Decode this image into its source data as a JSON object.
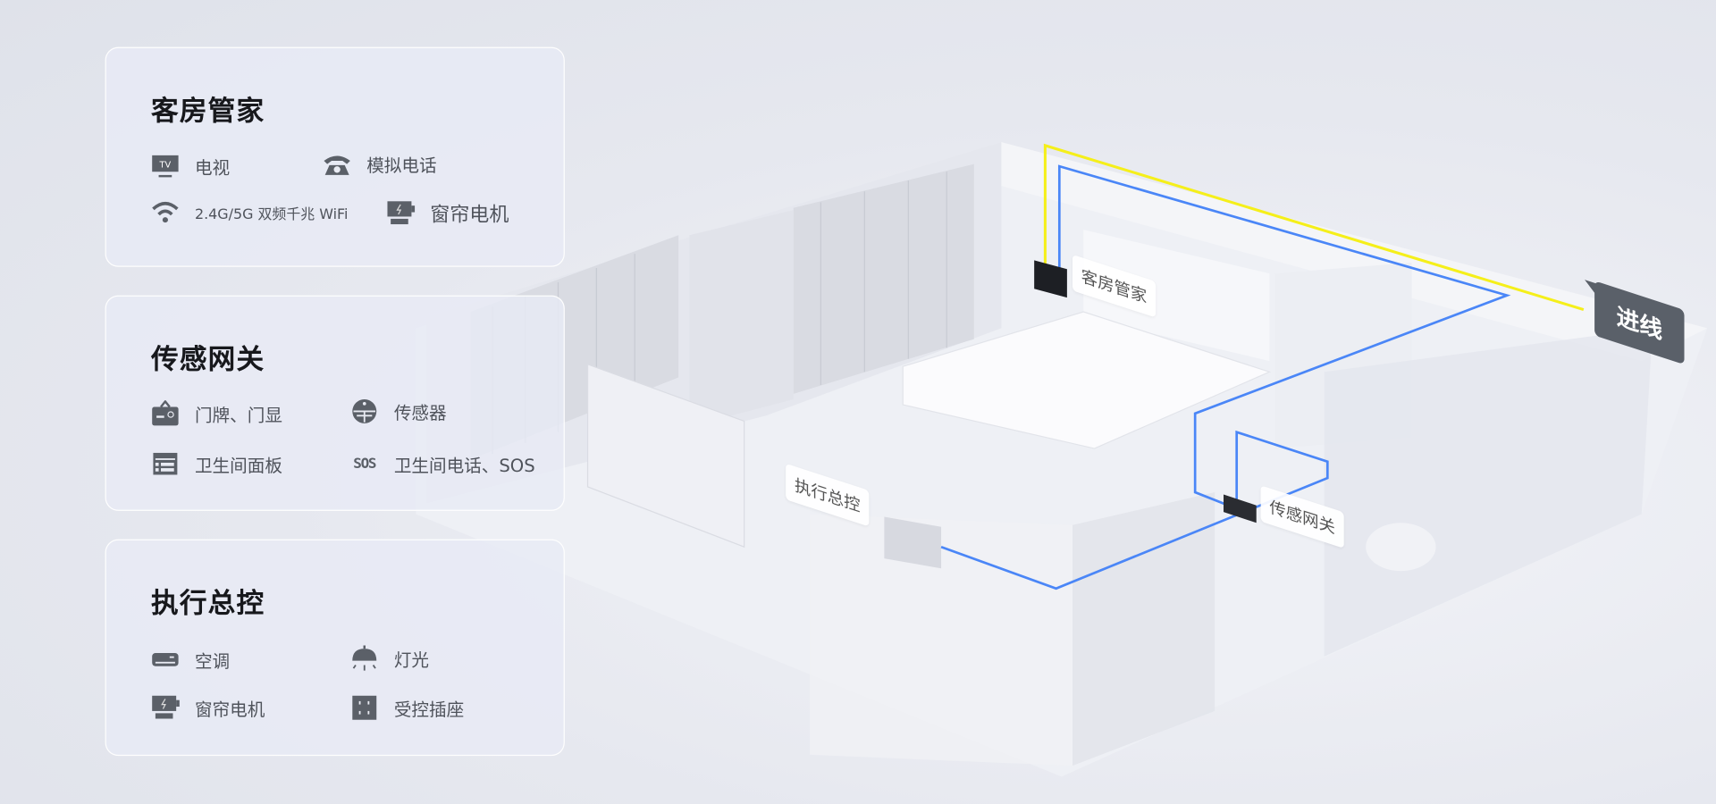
{
  "cards": [
    {
      "title": "客房管家",
      "items": [
        {
          "icon": "tv-icon",
          "label": "电视"
        },
        {
          "icon": "telephone-icon",
          "label": "模拟电话"
        },
        {
          "icon": "wifi-icon",
          "label": "2.4G/5G 双频千兆 WiFi"
        },
        {
          "icon": "curtain-motor-icon",
          "label": "窗帘电机"
        }
      ]
    },
    {
      "title": "传感网关",
      "items": [
        {
          "icon": "door-sign-icon",
          "label": "门牌、门显"
        },
        {
          "icon": "sensor-icon",
          "label": "传感器"
        },
        {
          "icon": "bathroom-panel-icon",
          "label": "卫生间面板"
        },
        {
          "icon": "sos-icon",
          "label": "卫生间电话、SOS",
          "icon_text": "SOS"
        }
      ]
    },
    {
      "title": "执行总控",
      "items": [
        {
          "icon": "air-conditioner-icon",
          "label": "空调"
        },
        {
          "icon": "lamp-icon",
          "label": "灯光"
        },
        {
          "icon": "curtain-motor-icon",
          "label": "窗帘电机"
        },
        {
          "icon": "socket-icon",
          "label": "受控插座"
        }
      ]
    }
  ],
  "scene": {
    "labels": {
      "butler": "客房管家",
      "controller": "执行总控",
      "gateway": "传感网关",
      "incoming": "进线"
    },
    "colors": {
      "power_line": "#f5ef1a",
      "signal_line": "#4a86f7",
      "tag_dark": "#5a6069"
    }
  }
}
